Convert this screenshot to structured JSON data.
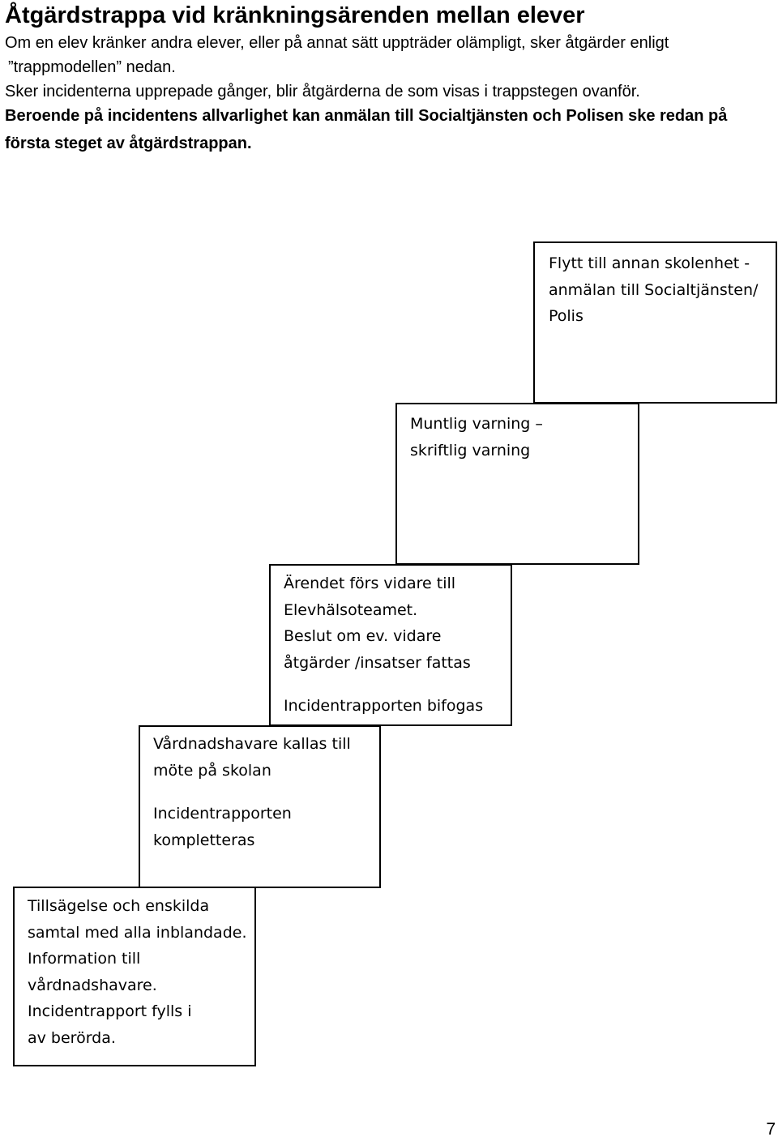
{
  "document": {
    "title": "Åtgärdstrappa vid kränkningsärenden mellan elever",
    "intro": {
      "line1": "Om en elev kränker andra elever, eller på annat sätt uppträder olämpligt, sker åtgärder enligt",
      "line2": "”trappmodellen” nedan.",
      "line3": "Sker incidenterna upprepade gånger, blir åtgärderna de som visas i trappstegen ovanför.",
      "bold_line1": "Beroende på incidentens allvarlighet kan anmälan till Socialtjänsten och Polisen ske redan på",
      "bold_line2": "första steget av åtgärdstrappan."
    },
    "page_number": "7"
  },
  "steps": {
    "step1": {
      "lines": [
        "Tillsägelse och enskilda",
        "samtal med alla inblandade.",
        "Information till",
        "vårdnadshavare.",
        "Incidentrapport fylls i",
        "av berörda."
      ]
    },
    "step2": {
      "lines": [
        "Vårdnadshavare kallas till",
        "möte på skolan"
      ],
      "lines_after_gap": [
        "Incidentrapporten",
        "kompletteras"
      ]
    },
    "step3": {
      "lines": [
        "Ärendet förs vidare till",
        "Elevhälsoteamet.",
        "Beslut om ev. vidare",
        "åtgärder /insatser fattas"
      ],
      "lines_after_gap": [
        "Incidentrapporten bifogas"
      ]
    },
    "step4": {
      "lines": [
        "Muntlig varning –",
        "skriftlig varning"
      ]
    },
    "step5": {
      "lines": [
        "Flytt till annan skolenhet -",
        "anmälan till Socialtjänsten/",
        "Polis"
      ]
    }
  }
}
